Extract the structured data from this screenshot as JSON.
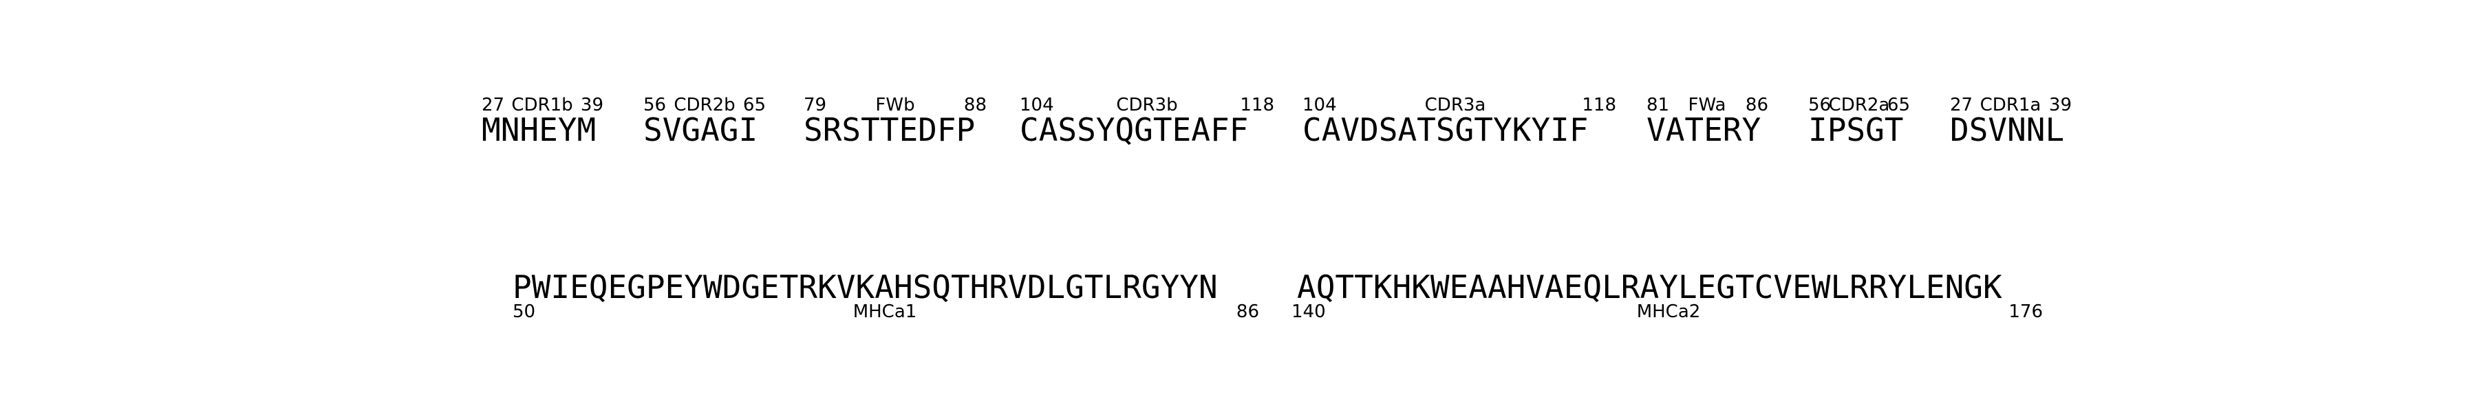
{
  "tcr_segments": [
    {
      "start": "27",
      "region": "CDR1b",
      "end": "39",
      "sequence": "MNHEYM"
    },
    {
      "start": "56",
      "region": "CDR2b",
      "end": "65",
      "sequence": "SVGAGI"
    },
    {
      "start": "79",
      "region": "FWb",
      "end": "88",
      "sequence": "SRSTTEDFP"
    },
    {
      "start": "104",
      "region": "CDR3b",
      "end": "118",
      "sequence": "CASSYQGTEAFF"
    },
    {
      "start": "104",
      "region": "CDR3a",
      "end": "118",
      "sequence": "CAVDSATSGTYKYIF"
    },
    {
      "start": "81",
      "region": "FWa",
      "end": "86",
      "sequence": "VATERY"
    },
    {
      "start": "56",
      "region": "CDR2a",
      "end": "65",
      "sequence": "IPSGT"
    },
    {
      "start": "27",
      "region": "CDR1a",
      "end": "39",
      "sequence": "DSVNNL"
    }
  ],
  "mhc_segments": [
    {
      "start": "50",
      "region": "MHCa1",
      "end": "86",
      "sequence": "PWIEQEGPEYWDGETRKVKAHSQTHRVDLGTLRGYYN"
    },
    {
      "start": "140",
      "region": "MHCa2",
      "end": "176",
      "sequence": "AQTTKHKWEAAHVAEQLRAYLEGTCVEWLRRYLENGK"
    }
  ]
}
